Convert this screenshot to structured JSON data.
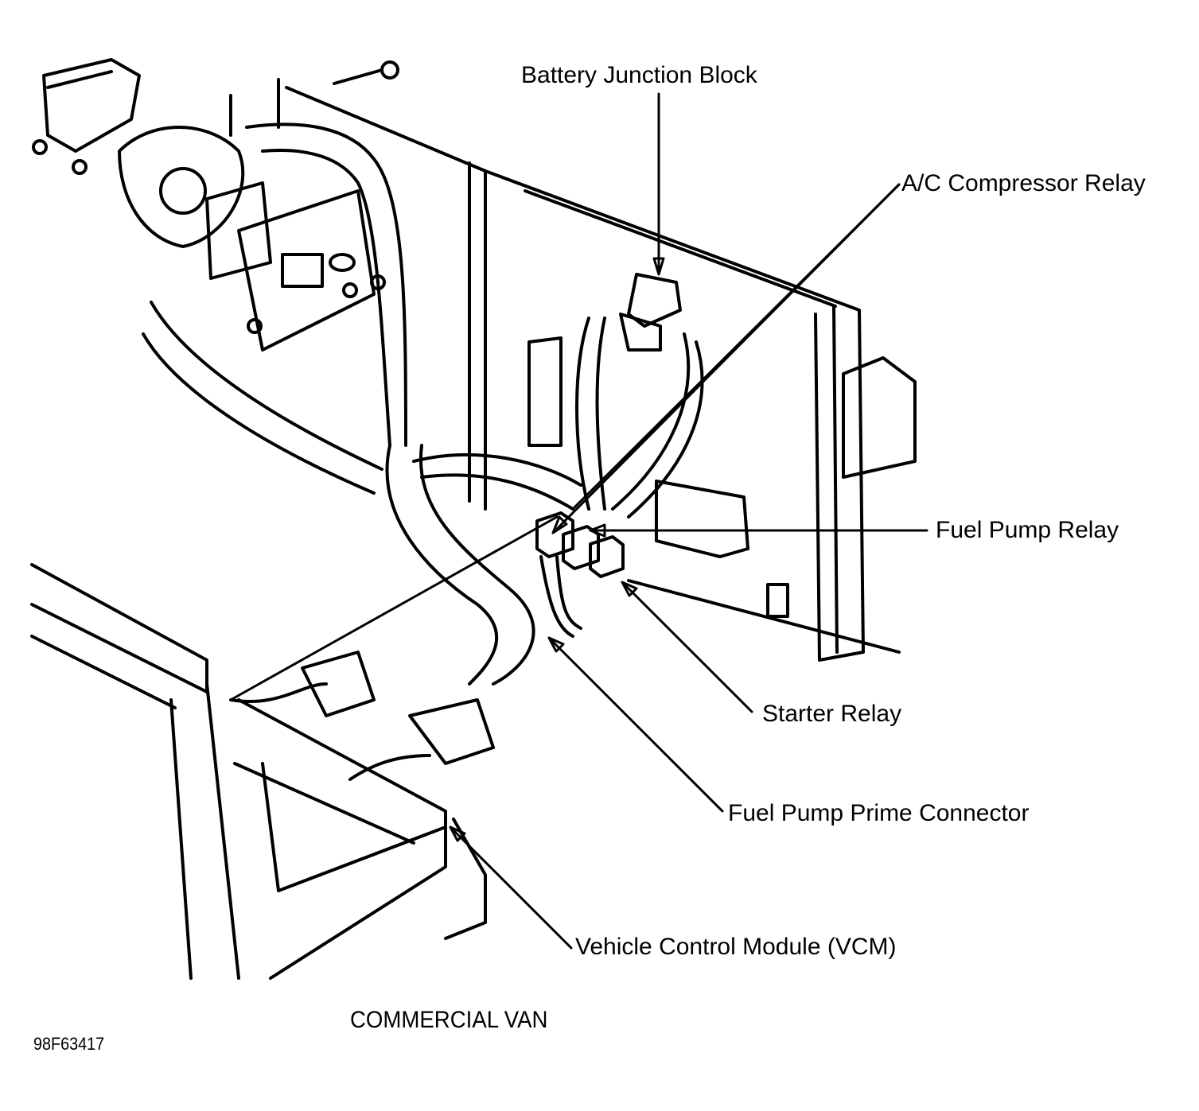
{
  "figure": {
    "caption": "COMMERCIAL VAN",
    "figure_id": "98F63417"
  },
  "callouts": [
    {
      "id": "battery-junction-block",
      "text": "Battery Junction Block"
    },
    {
      "id": "ac-compressor-relay",
      "text": "A/C Compressor Relay"
    },
    {
      "id": "fuel-pump-relay",
      "text": "Fuel Pump Relay"
    },
    {
      "id": "starter-relay",
      "text": "Starter Relay"
    },
    {
      "id": "fuel-pump-prime-connector",
      "text": "Fuel Pump Prime Connector"
    },
    {
      "id": "vcm",
      "text": "Vehicle Control Module (VCM)"
    }
  ]
}
